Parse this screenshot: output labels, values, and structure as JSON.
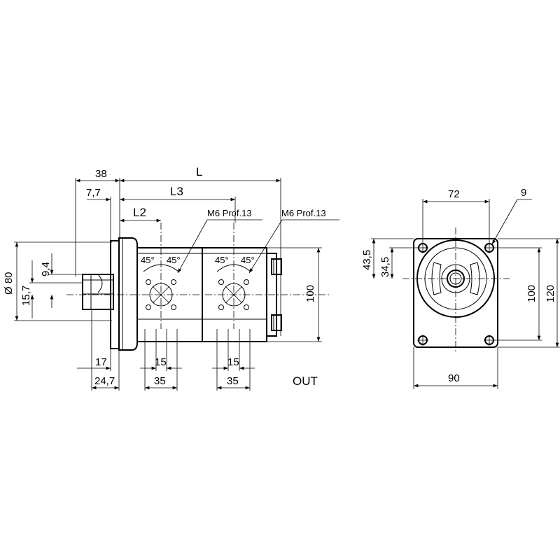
{
  "side_view": {
    "dims": {
      "d38": "38",
      "dL": "L",
      "d7_7": "7,7",
      "dL3": "L3",
      "dL2": "L2",
      "note_m6_a": "M6  Prof.13",
      "note_m6_b": "M6  Prof.13",
      "d_dia80": "Ø 80",
      "d15_7": "15,7",
      "d9_4": "9,4",
      "d100": "100",
      "d17": "17",
      "d24_7": "24,7",
      "d15_a": "15",
      "d35_a": "35",
      "d15_b": "15",
      "d35_b": "35",
      "ang1": "45°",
      "ang2": "45°",
      "ang3": "45°",
      "ang4": "45°"
    },
    "out_label": "OUT"
  },
  "front_view": {
    "dims": {
      "d72": "72",
      "d9": "9",
      "d43_5": "43,5",
      "d34_5": "34,5",
      "d100": "100",
      "d120": "120",
      "d90": "90"
    }
  }
}
